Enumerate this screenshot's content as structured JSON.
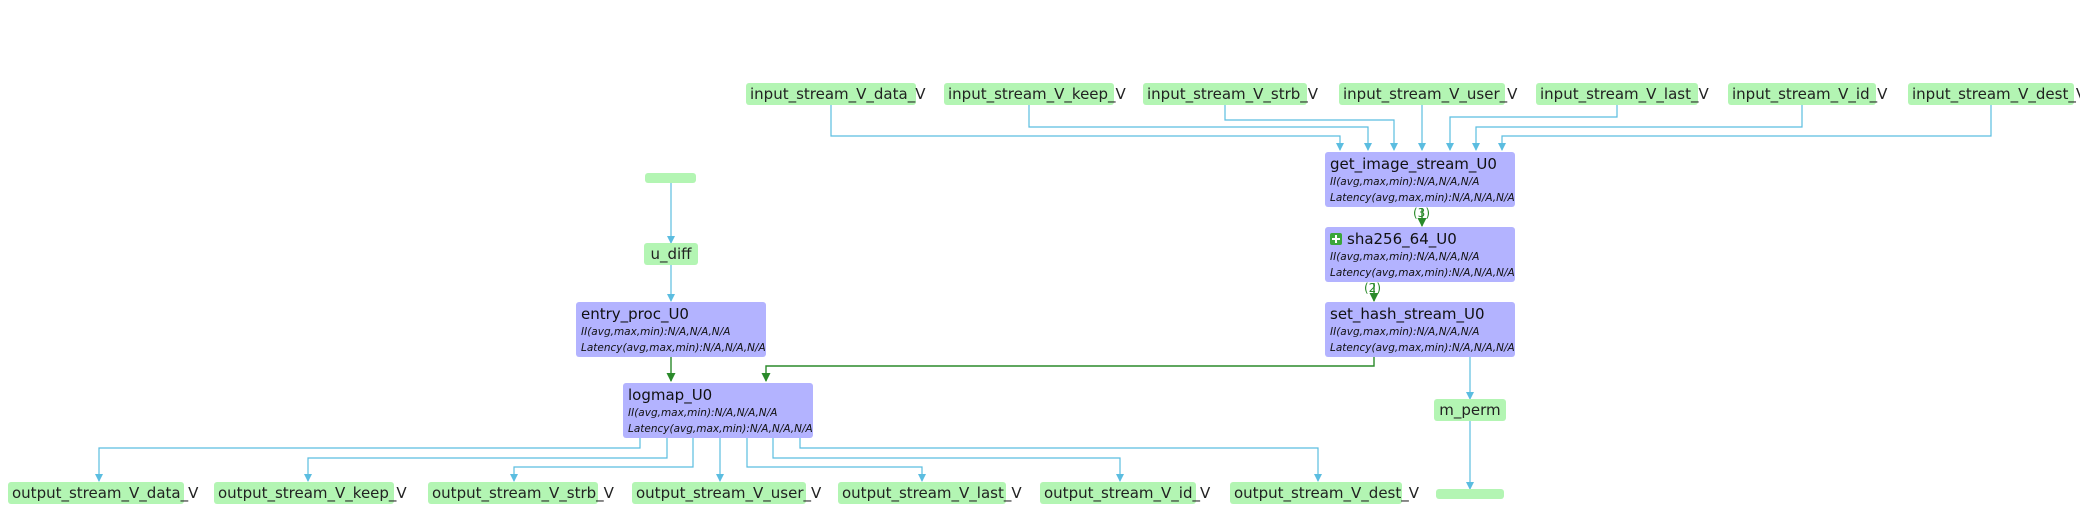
{
  "input_ports": [
    "input_stream_V_data_V",
    "input_stream_V_keep_V",
    "input_stream_V_strb_V",
    "input_stream_V_user_V",
    "input_stream_V_last_V",
    "input_stream_V_id_V",
    "input_stream_V_dest_V"
  ],
  "output_ports": [
    "output_stream_V_data_V",
    "output_stream_V_keep_V",
    "output_stream_V_strb_V",
    "output_stream_V_user_V",
    "output_stream_V_last_V",
    "output_stream_V_id_V",
    "output_stream_V_dest_V"
  ],
  "other_ports": {
    "u_diff": "u_diff",
    "m_perm": "m_perm"
  },
  "modules": {
    "get_image_stream": {
      "name": "get_image_stream_U0",
      "ii": "II(avg,max,min):N/A,N/A,N/A",
      "latency": "Latency(avg,max,min):N/A,N/A,N/A"
    },
    "sha256": {
      "name": "sha256_64_U0",
      "ii": "II(avg,max,min):N/A,N/A,N/A",
      "latency": "Latency(avg,max,min):N/A,N/A,N/A",
      "icon": "plus-icon"
    },
    "set_hash_stream": {
      "name": "set_hash_stream_U0",
      "ii": "II(avg,max,min):N/A,N/A,N/A",
      "latency": "Latency(avg,max,min):N/A,N/A,N/A"
    },
    "entry_proc": {
      "name": "entry_proc_U0",
      "ii": "II(avg,max,min):N/A,N/A,N/A",
      "latency": "Latency(avg,max,min):N/A,N/A,N/A"
    },
    "logmap": {
      "name": "logmap_U0",
      "ii": "II(avg,max,min):N/A,N/A,N/A",
      "latency": "Latency(avg,max,min):N/A,N/A,N/A"
    }
  },
  "edge_labels": {
    "get_to_sha": "(3)",
    "sha_to_set": "(2)"
  },
  "colors": {
    "port_fill": "#b3f5b3",
    "module_fill": "#b3b3ff",
    "data_edge": "#5bbde0",
    "control_edge": "#2a8a2a"
  }
}
